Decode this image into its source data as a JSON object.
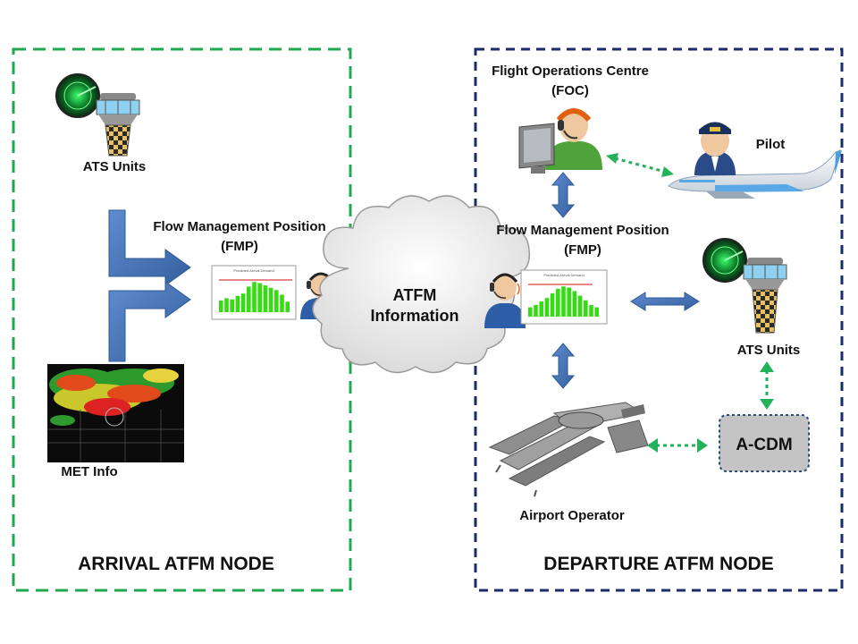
{
  "arrival": {
    "title": "ARRIVAL ATFM NODE",
    "ats_label": "ATS Units",
    "met_label": "MET Info",
    "fmp_line1": "Flow Management Position",
    "fmp_line2": "(FMP)",
    "border_color": "#1fa84f"
  },
  "departure": {
    "title": "DEPARTURE ATFM NODE",
    "foc_line1": "Flight Operations Centre",
    "foc_line2": "(FOC)",
    "pilot_label": "Pilot",
    "fmp_line1": "Flow Management Position",
    "fmp_line2": "(FMP)",
    "ats_label": "ATS Units",
    "airport_label": "Airport Operator",
    "acdm_label": "A-CDM",
    "border_color": "#1b2b6b"
  },
  "cloud": {
    "line1": "ATFM",
    "line2": "Information"
  },
  "screen_title": "Predicted Arrival Demand",
  "colors": {
    "arrow_blue": "#4a76b5",
    "dotted_green": "#22b35a",
    "bar_green": "#33dd11",
    "limit_red": "#d01010"
  }
}
